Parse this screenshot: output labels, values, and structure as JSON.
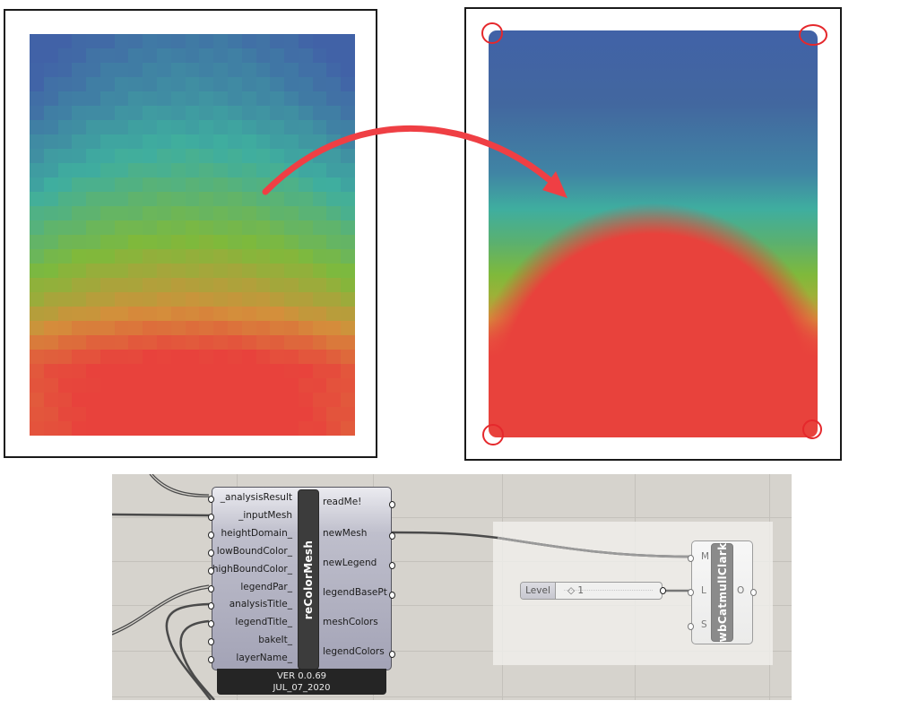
{
  "figure": {
    "left_panel": {
      "description": "Pixelated colored analysis mesh (before)",
      "grid_columns": 23,
      "grid_rows": 28,
      "row_values": [
        0.02,
        0.04,
        0.06,
        0.08,
        0.1,
        0.13,
        0.16,
        0.19,
        0.22,
        0.25,
        0.29,
        0.33,
        0.37,
        0.41,
        0.45,
        0.5,
        0.55,
        0.6,
        0.65,
        0.72,
        0.8,
        0.88,
        0.95,
        1,
        1,
        1,
        1,
        1
      ],
      "curvature": 0.12
    },
    "right_panel": {
      "description": "Smoothed colored mesh after Catmull-Clark subdivision (after)",
      "corner_markers": [
        "top-left",
        "top-right",
        "bottom-left",
        "bottom-right"
      ]
    },
    "arrow": {
      "color": "#ef3f44"
    },
    "colors": {
      "low": "#4162a7",
      "mid_low": "#3fae9f",
      "mid": "#7fb93b",
      "mid_high": "#d48f3b",
      "high": "#e8423c",
      "marker": "#e5282c"
    }
  },
  "grasshopper": {
    "recolormesh": {
      "name": "reColorMesh",
      "inputs": [
        "_analysisResult",
        "_inputMesh",
        "heightDomain_",
        "lowBoundColor_",
        "highBoundColor_",
        "legendPar_",
        "analysisTitle_",
        "legendTitle_",
        "bakeIt_",
        "layerName_"
      ],
      "outputs": [
        "readMe!",
        "newMesh",
        "newLegend",
        "legendBasePt",
        "meshColors",
        "legendColors"
      ],
      "version": "VER 0.0.69",
      "date": "JUL_07_2020"
    },
    "slider": {
      "label": "Level",
      "value": "1",
      "value_marker": "◇"
    },
    "catmull": {
      "name": "wbCatmullClark",
      "inputs": [
        "M",
        "L",
        "S"
      ],
      "outputs": [
        "O"
      ]
    }
  }
}
